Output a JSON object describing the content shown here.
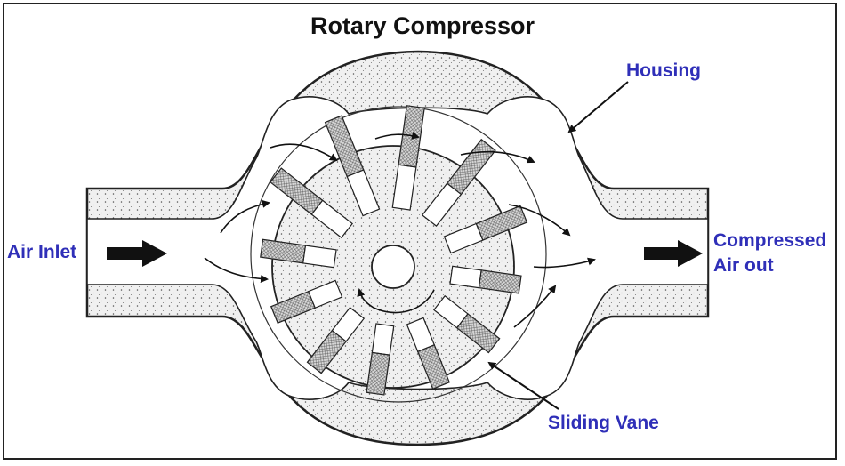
{
  "title": "Rotary Compressor",
  "labels": {
    "housing": "Housing",
    "air_inlet": "Air Inlet",
    "outlet_line1": "Compressed",
    "outlet_line2": "Air out",
    "sliding_vane": "Sliding Vane"
  },
  "colors": {
    "label": "#2f2fb8",
    "title": "#111111",
    "stroke": "#222222",
    "stipple_fill": "#ececec"
  },
  "icons": [
    "flow-arrow",
    "rotation-arrow",
    "leader-arrow"
  ]
}
